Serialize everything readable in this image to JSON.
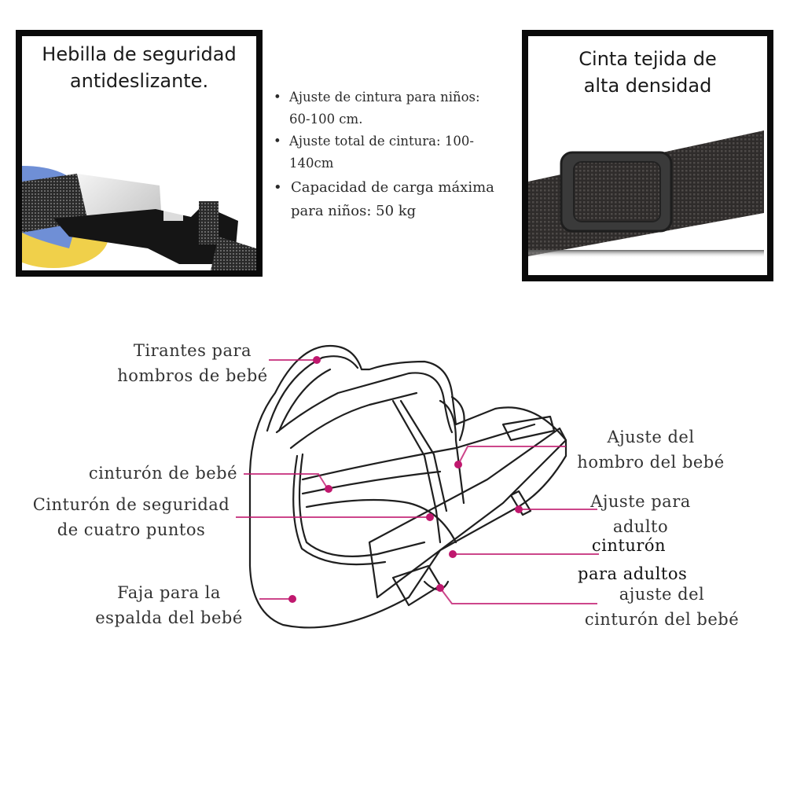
{
  "panels": {
    "left": {
      "title_line1": "Hebilla de seguridad",
      "title_line2": "antideslizante.",
      "image": "buckle-photo"
    },
    "right": {
      "title_line1": "Cinta tejida de",
      "title_line2": "alta densidad",
      "image": "webbing-strap-photo"
    }
  },
  "specs": [
    {
      "line1": "Ajuste de cintura para niños:",
      "line2": "60-100 cm."
    },
    {
      "line1": "Ajuste total de cintura: 100-",
      "line2": "140cm"
    },
    {
      "line1": "Capacidad de carga máxima",
      "line2": "para niños: 50 kg"
    }
  ],
  "diagram": {
    "accent_color": "#c0186e",
    "labels_left": [
      {
        "line1": "Tirantes para",
        "line2": "hombros de bebé"
      },
      {
        "line1": "cinturón de bebé",
        "line2": ""
      },
      {
        "line1": "Cinturón de seguridad",
        "line2": "de cuatro puntos"
      },
      {
        "line1": "Faja para la",
        "line2": "espalda del bebé"
      }
    ],
    "labels_right": [
      {
        "line1": "Ajuste del",
        "line2": "hombro del bebé"
      },
      {
        "line1": "Ajuste para",
        "line2": "adulto"
      },
      {
        "line1": "cinturón",
        "line2": "para adultos"
      },
      {
        "line1": "ajuste del",
        "line2": "cinturón del bebé"
      }
    ]
  }
}
